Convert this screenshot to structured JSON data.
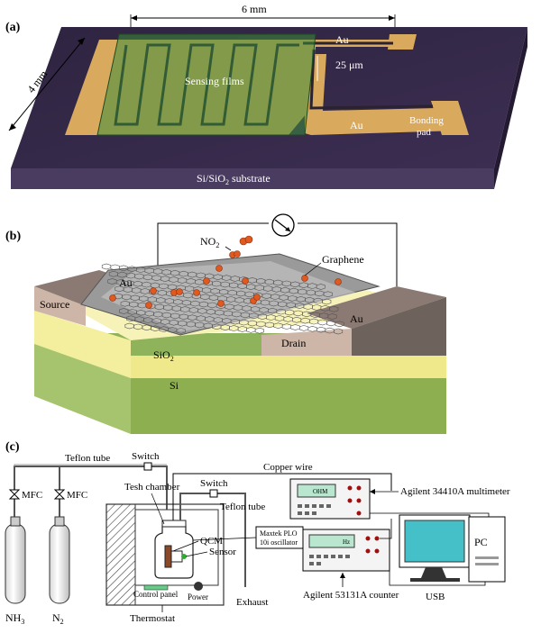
{
  "panel_a": {
    "panel_label": "(a)",
    "width_dim": "6 mm",
    "height_dim": "4 mm",
    "sensing_label": "Sensing films",
    "au_top": "Au",
    "au_right": "Au",
    "gap_dim": "25 μm",
    "bonding_pad_line1": "Bonding",
    "bonding_pad_line2": "pad",
    "substrate_prefix": "Si/SiO",
    "substrate_sub": "2",
    "substrate_suffix": " substrate"
  },
  "panel_b": {
    "panel_label": "(b)",
    "gas_main": "NO",
    "gas_sub": "2",
    "graphene": "Graphene",
    "au_left": "Au",
    "au_right": "Au",
    "source": "Source",
    "drain": "Drain",
    "sio2_main": "SiO",
    "sio2_sub": "2",
    "si": "Si"
  },
  "panel_c": {
    "panel_label": "(c)",
    "teflon_tube_left": "Teflon tube",
    "switch_top": "Switch",
    "switch_mid": "Switch",
    "copper_wire": "Copper wire",
    "mfc_1": "MFC",
    "mfc_2": "MFC",
    "tesh_chamber": "Tesh chamber",
    "teflon_tube_right": "Teflon tube",
    "multimeter": "Agilent 34410A multimeter",
    "multimeter_display": "OHM",
    "counter_display": "Hz",
    "oscillator_line1": "Maxtek PLO",
    "oscillator_line2": "10i oscillator",
    "qcm": "QCM",
    "sensor": "Sensor",
    "pc": "PC",
    "nh3_main": "NH",
    "nh3_sub": "3",
    "n2_main": "N",
    "n2_sub": "2",
    "control_panel": "Control panel",
    "power": "Power",
    "exhaust": "Exhaust",
    "counter": "Agilent 53131A counter",
    "usb": "USB",
    "thermostat": "Thermostat"
  }
}
